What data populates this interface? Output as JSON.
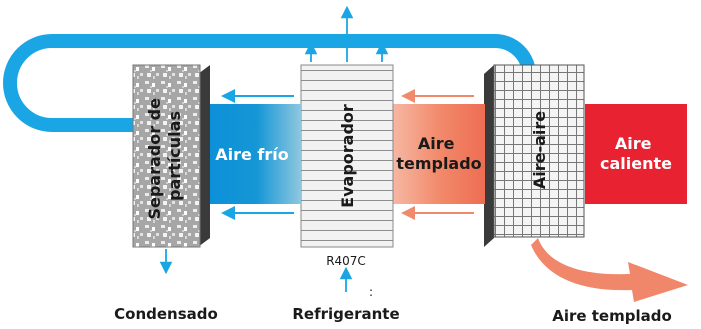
{
  "labels": {
    "separador_line1": "Separador de",
    "separador_line2": "partículas",
    "aire_frio": "Aire frío",
    "evaporador": "Evaporador",
    "aire_templado_line1": "Aire",
    "aire_templado_line2": "templado",
    "aire_aire": "Aire-aire",
    "aire_caliente_line1": "Aire",
    "aire_caliente_line2": "caliente",
    "refrigerant_code": "R407C",
    "condensado": "Condensado",
    "refrigerante": "Refrigerante",
    "aire_templado_out": "Aire templado",
    "colon": ":"
  },
  "colors": {
    "loop_blue": "#1aa6e4",
    "cold_blue": "#0a8fd6",
    "warm_salmon": "#f07d5c",
    "hot_red": "#e82230",
    "dark_side": "#3a3a3a"
  }
}
